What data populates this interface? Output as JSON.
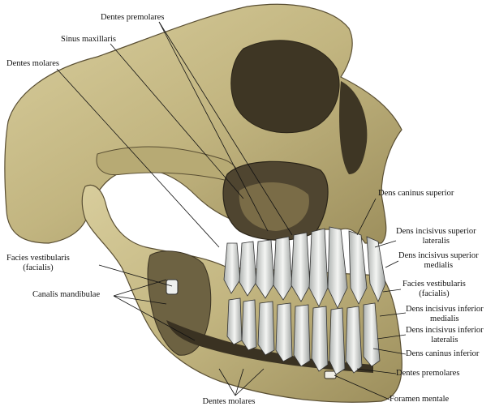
{
  "labels": {
    "dentes_premolares_top": "Dentes premolares",
    "sinus_maxillaris": "Sinus maxillaris",
    "dentes_molares_top": "Dentes molares",
    "dens_caninus_superior": "Dens caninus superior",
    "dens_incisivus_superior_lateralis_1": "Dens incisivus superior",
    "dens_incisivus_superior_lateralis_2": "lateralis",
    "dens_incisivus_superior_medialis_1": "Dens incisivus superior",
    "dens_incisivus_superior_medialis_2": "medialis",
    "facies_vestibularis_left_1": "Facies vestibularis",
    "facies_vestibularis_left_2": "(facialis)",
    "facies_vestibularis_right_1": "Facies vestibularis",
    "facies_vestibularis_right_2": "(facialis)",
    "canalis_mandibulae": "Canalis mandibulae",
    "dens_incisivus_inferior_medialis_1": "Dens incisivus inferior",
    "dens_incisivus_inferior_medialis_2": "medialis",
    "dens_incisivus_inferior_lateralis_1": "Dens incisivus inferior",
    "dens_incisivus_inferior_lateralis_2": "lateralis",
    "dens_caninus_inferior": "Dens caninus inferior",
    "dentes_premolares_bottom": "Dentes premolares",
    "foramen_mentale": "Foramen mentale",
    "dentes_molares_bottom": "Dentes molares"
  },
  "colors": {
    "bone": "#cbbf8c",
    "bone_dark": "#8c7f55",
    "bone_shadow": "#5a4f33",
    "tooth": "#eef0ee",
    "tooth_shade": "#b9bdbb",
    "leader": "#111111"
  }
}
